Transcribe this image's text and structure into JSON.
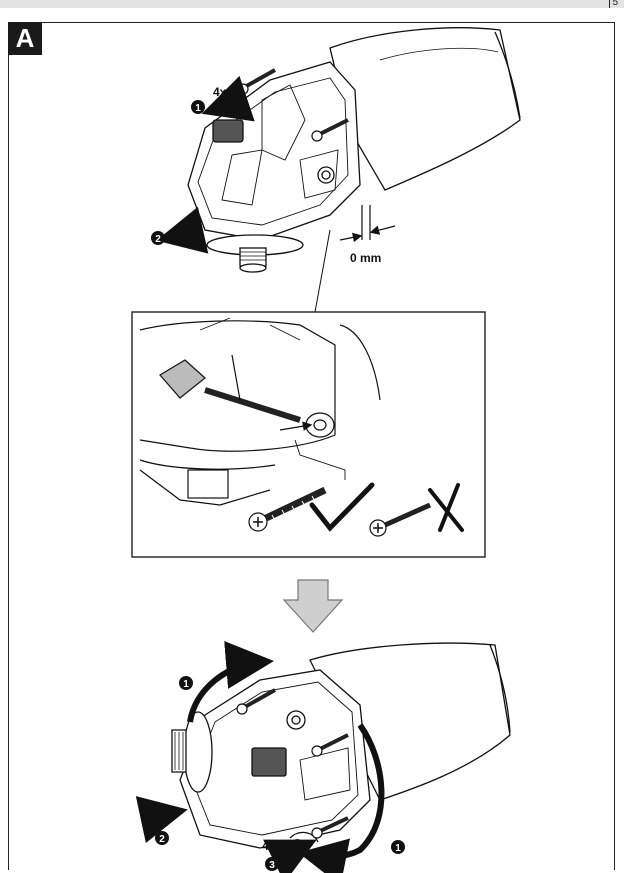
{
  "page": {
    "page_number": "5"
  },
  "figure": {
    "label": "A"
  },
  "top_view": {
    "screw_count": "4x",
    "step_1": "1",
    "step_2": "2",
    "gap_value": "0 mm"
  },
  "bottom_view": {
    "screw_count": "4x",
    "step_1a": "1",
    "step_1b": "1",
    "step_2": "2",
    "step_3": "3"
  }
}
